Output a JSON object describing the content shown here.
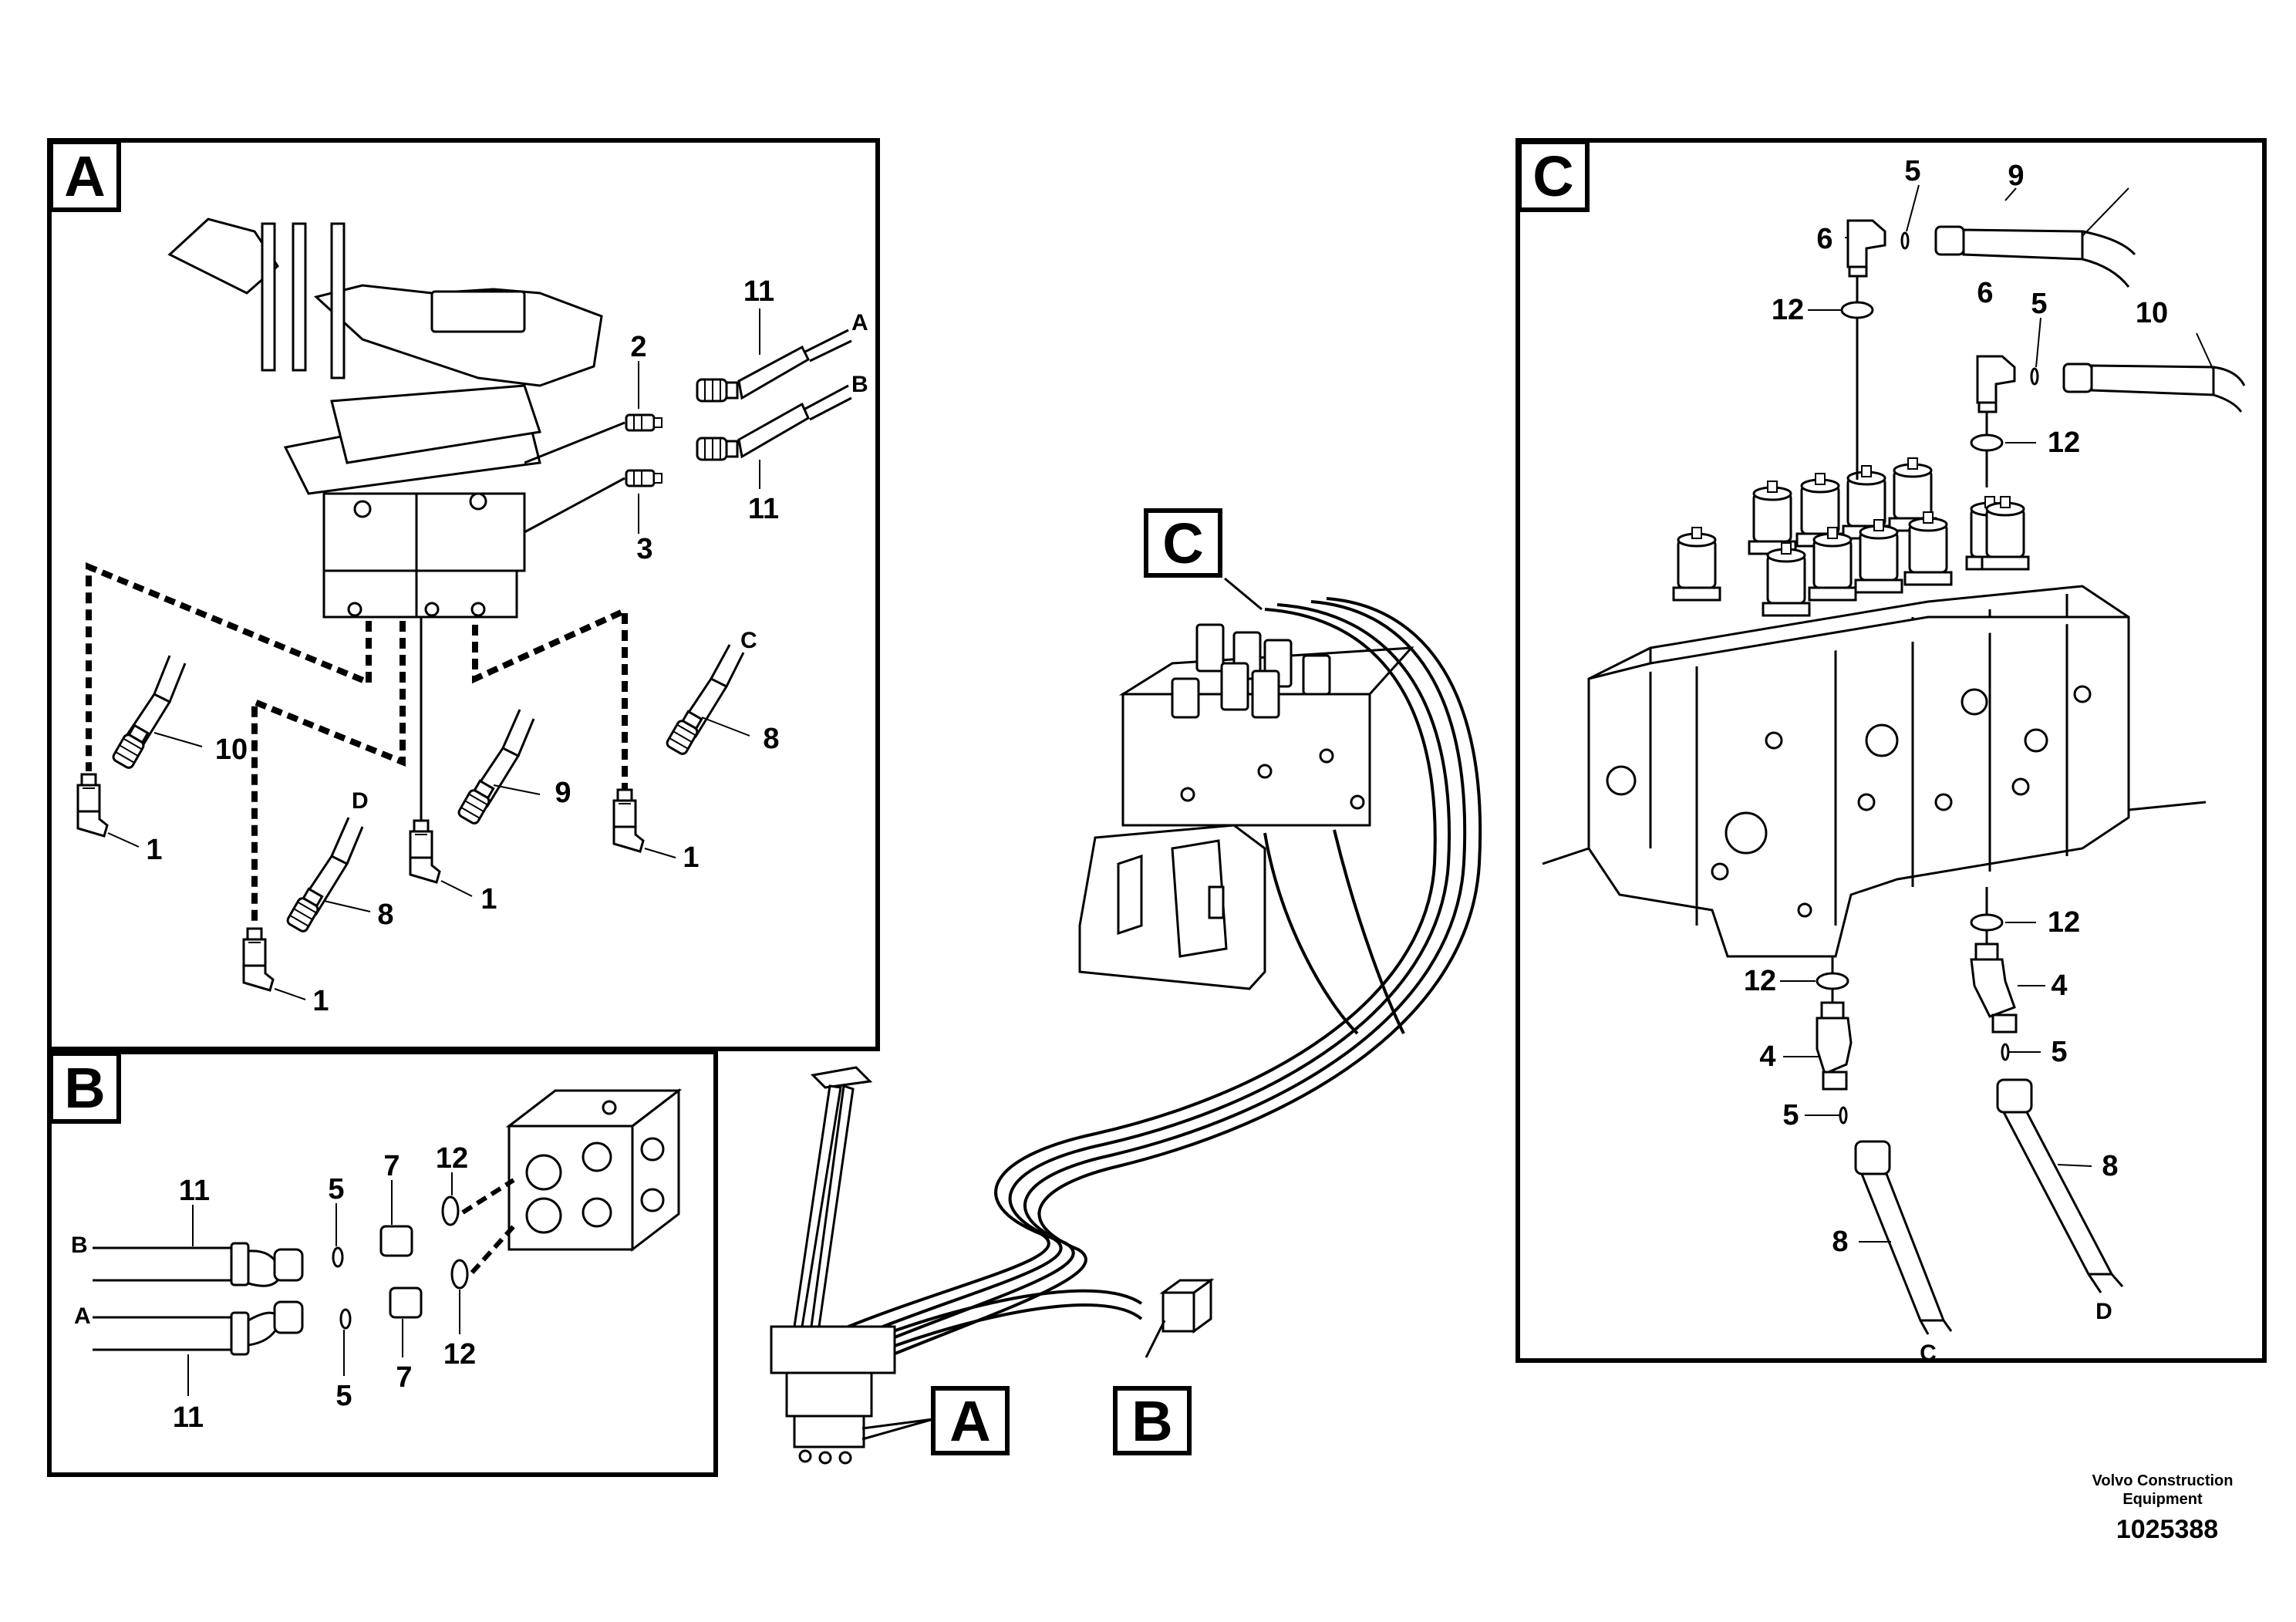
{
  "panels": {
    "A": {
      "letter": "A",
      "callouts": {
        "n1a": "1",
        "n1b": "1",
        "n1c": "1",
        "n1d": "1",
        "n2": "2",
        "n3": "3",
        "n8a": "8",
        "n8b": "8",
        "n9": "9",
        "n10": "10",
        "n11a": "11",
        "n11b": "11"
      },
      "ports": {
        "A": "A",
        "B": "B",
        "C": "C",
        "D": "D"
      }
    },
    "B": {
      "letter": "B",
      "callouts": {
        "n11a": "11",
        "n11b": "11",
        "n5a": "5",
        "n5b": "5",
        "n7a": "7",
        "n7b": "7",
        "n12a": "12",
        "n12b": "12"
      },
      "ports": {
        "B": "B",
        "A": "A"
      }
    },
    "C": {
      "letter": "C",
      "callouts": {
        "n5a": "5",
        "n5b": "5",
        "n5c": "5",
        "n5d": "5",
        "n6a": "6",
        "n6b": "6",
        "n9": "9",
        "n10": "10",
        "n12a": "12",
        "n12b": "12",
        "n12c": "12",
        "n12d": "12",
        "n4a": "4",
        "n4b": "4",
        "n8a": "8",
        "n8b": "8"
      },
      "ports": {
        "C": "C",
        "D": "D"
      }
    }
  },
  "overview": {
    "tagA": "A",
    "tagB": "B",
    "tagC": "C"
  },
  "footer": {
    "company_line1": "Volvo Construction",
    "company_line2": "Equipment",
    "drawing_number": "1025388"
  }
}
